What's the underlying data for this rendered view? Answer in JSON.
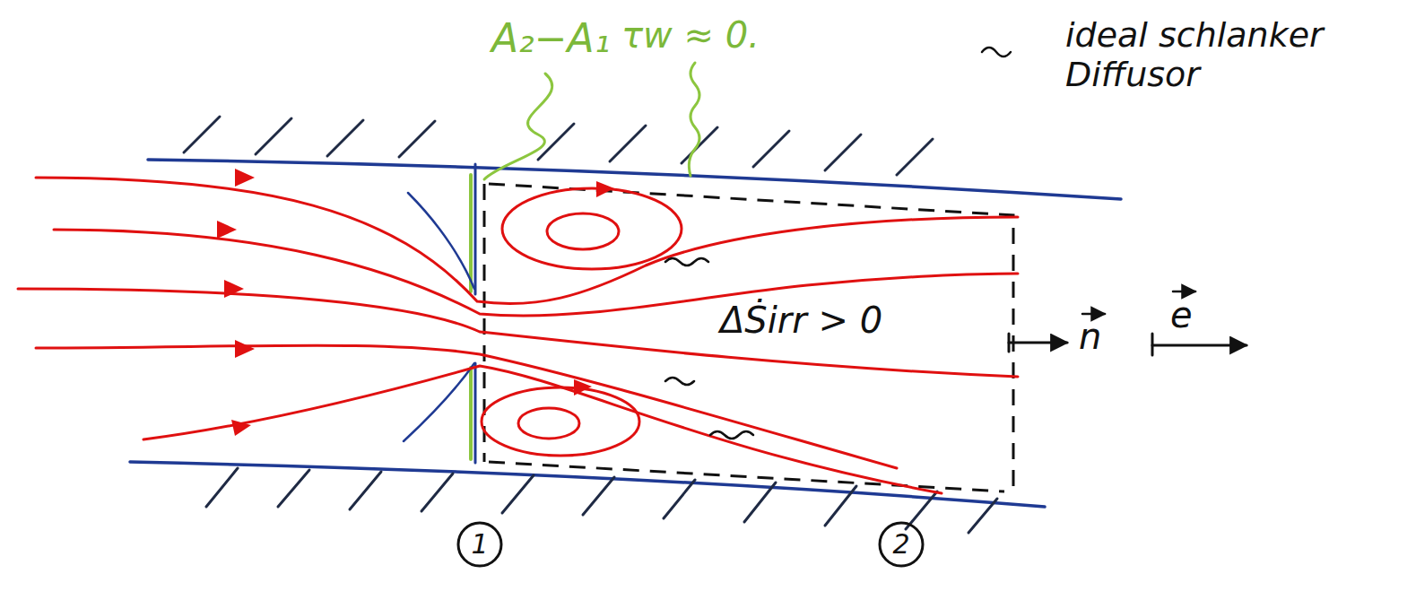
{
  "diagram": {
    "labels": [
      "A₂−A₁",
      "τw ≈ 0.",
      "ideal schlanker Diffusor",
      "ΔṠirr > 0",
      "n",
      "e",
      "1",
      "2"
    ]
  }
}
